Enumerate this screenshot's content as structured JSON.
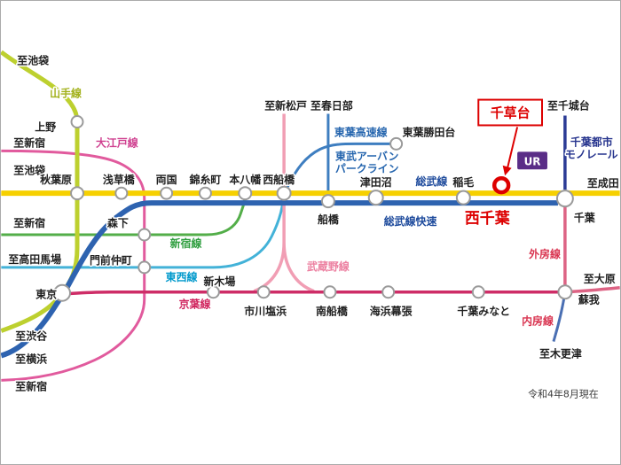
{
  "map": {
    "note": "令和4年8月現在",
    "highlight": {
      "destination": "千草台",
      "station": "西千葉",
      "ur_logo": "UR"
    },
    "lines": {
      "yamanote": "山手線",
      "oedo": "大江戸線",
      "sobu": "総武線",
      "sobu_rapid": "総武線快速",
      "shinjuku": "新宿線",
      "tozai": "東西線",
      "keiyo": "京葉線",
      "musashino": "武蔵野線",
      "toyo": "東葉高速線",
      "tobu_line1": "東武アーバン",
      "tobu_line2": "パークライン",
      "monorail_line1": "千葉都市",
      "monorail_line2": "モノレール",
      "sotobo": "外房線",
      "uchibo": "内房線"
    },
    "stations": {
      "ueno": "上野",
      "akihabara": "秋葉原",
      "asakusabashi": "浅草橋",
      "ryogoku": "両国",
      "kinshicho": "錦糸町",
      "motoyawata": "本八幡",
      "nishi_funabashi": "西船橋",
      "tsudanuma": "津田沼",
      "inage": "稲毛",
      "chiba": "千葉",
      "funabashi": "船橋",
      "toyo_katsutadai": "東葉勝田台",
      "morishita": "森下",
      "monzen_nakacho": "門前仲町",
      "tokyo": "東京",
      "shin_kiba": "新木場",
      "ichikawa_shiohama": "市川塩浜",
      "minami_funabashi": "南船橋",
      "kaihin_makuhari": "海浜幕張",
      "chiba_minato": "千葉みなと",
      "soga": "蘇我"
    },
    "terminals": {
      "to_ikebukuro_top": "至池袋",
      "to_shinjuku_oedo": "至新宿",
      "to_ikebukuro_left": "至池袋",
      "to_shinjuku_shinjuku": "至新宿",
      "to_takadanobaba": "至高田馬場",
      "to_shibuya": "至渋谷",
      "to_yokohama": "至横浜",
      "to_shinjuku_bottom": "至新宿",
      "to_shin_matsudo": "至新松戸",
      "to_kasukabe": "至春日部",
      "to_chishirodai": "至千城台",
      "to_narita": "至成田",
      "to_ohara": "至大原",
      "to_kisarazu": "至木更津"
    }
  },
  "colors": {
    "sobu": "#f6d000",
    "sobu_rapid": "#2e63b0",
    "yamanote": "#bdd02f",
    "oedo": "#e15a9d",
    "shinjuku": "#53ae49",
    "tozai": "#43b2d8",
    "keiyo": "#ce2d67",
    "musashino": "#f19eb4",
    "toyo": "#3e7ec0",
    "tobu": "#3e7ec0",
    "monorail": "#2b3b95",
    "sotobo": "#dd6384",
    "uchibo": "#4a6fb3",
    "highlight": "#dd0000",
    "ur": "#5a2d87",
    "station_ring": "#9a9a9a"
  }
}
